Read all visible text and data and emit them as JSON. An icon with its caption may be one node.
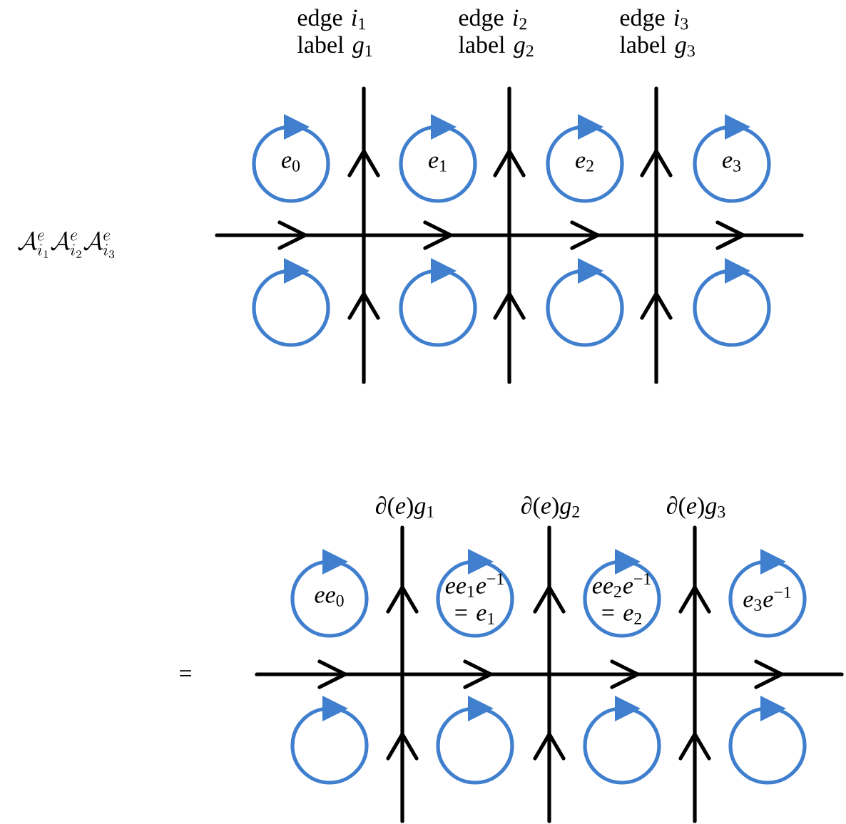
{
  "diagram": {
    "nodes": [
      {
        "text": [
          "*e*$_{0}$"
        ]
      },
      {
        "text": [
          "*e*$_{1}$"
        ]
      },
      {
        "text": [
          "*e*$_{2}$"
        ]
      },
      {
        "text": [
          "*e*$_{3}$"
        ]
      },
      {
        "text": [],
        "shape": "circle"
      },
      {
        "text": [],
        "shape": "circle"
      },
      {
        "text": [],
        "shape": "circle"
      },
      {
        "text": [],
        "shape": "circle"
      },
      {
        "text": [
          "*ee*$_{0}$"
        ]
      },
      {
        "text": [
          "*ee*$_{1}$*e*$^{−1}$ = *e*$_{1}$"
        ]
      },
      {
        "text": [
          "*ee*$_{2}$*e*$^{−1}$ = *e*$_{2}$"
        ]
      },
      {
        "text": [
          "*e*$_{3}$*e*$^{−1}$"
        ]
      },
      {
        "text": [],
        "shape": "circle"
      },
      {
        "text": [],
        "shape": "circle"
      },
      {
        "text": [],
        "shape": "circle"
      },
      {
        "text": [],
        "shape": "circle"
      }
    ],
    "labels": [
      "edge *i*$_{1}$ label *g*$_{1}$",
      "edge *i*$_{2}$ label *g*$_{2}$",
      "edge *i*$_{3}$ label *g*$_{3}$",
      "\\mathcal{A}^e_{i_1}\\mathcal{A}^e_{i_2}\\mathcal{A}^e_{i_3}",
      "∂(*e*)*g*$_{1}$",
      "∂(*e*)*g*$_{2}$",
      "∂(*e*)*g*$_{3}$",
      "="
    ]
  }
}
